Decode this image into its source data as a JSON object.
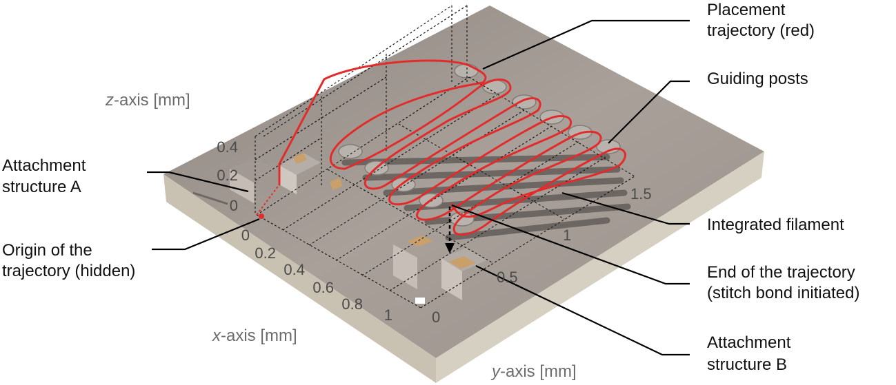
{
  "axes": {
    "z_var": "z",
    "z_rest": "-axis [mm]",
    "x_var": "x",
    "x_rest": "-axis [mm]",
    "y_var": "y",
    "y_rest": "-axis [mm]"
  },
  "ticks": {
    "z": [
      "0.4",
      "0.2",
      "0"
    ],
    "x": [
      "0",
      "0.2",
      "0.4",
      "0.6",
      "0.8",
      "1"
    ],
    "y": [
      "0",
      "0.5",
      "1",
      "1.5"
    ]
  },
  "labels": {
    "placement_trajectory": [
      "Placement",
      "trajectory (red)"
    ],
    "guiding_posts": [
      "Guiding posts"
    ],
    "attachment_a": [
      "Attachment",
      "structure A"
    ],
    "integrated_filament": [
      "Integrated filament"
    ],
    "origin": [
      "Origin of the",
      "trajectory (hidden)"
    ],
    "end_trajectory": [
      "End of the trajectory",
      "(stitch bond initiated)"
    ],
    "attachment_b": [
      "Attachment",
      "structure B"
    ]
  },
  "colors": {
    "trajectory": "#e32b2b",
    "substrate_top": "#a39a93",
    "substrate_side": "#cfc8b8",
    "pad_gold": "#c9a06a"
  }
}
